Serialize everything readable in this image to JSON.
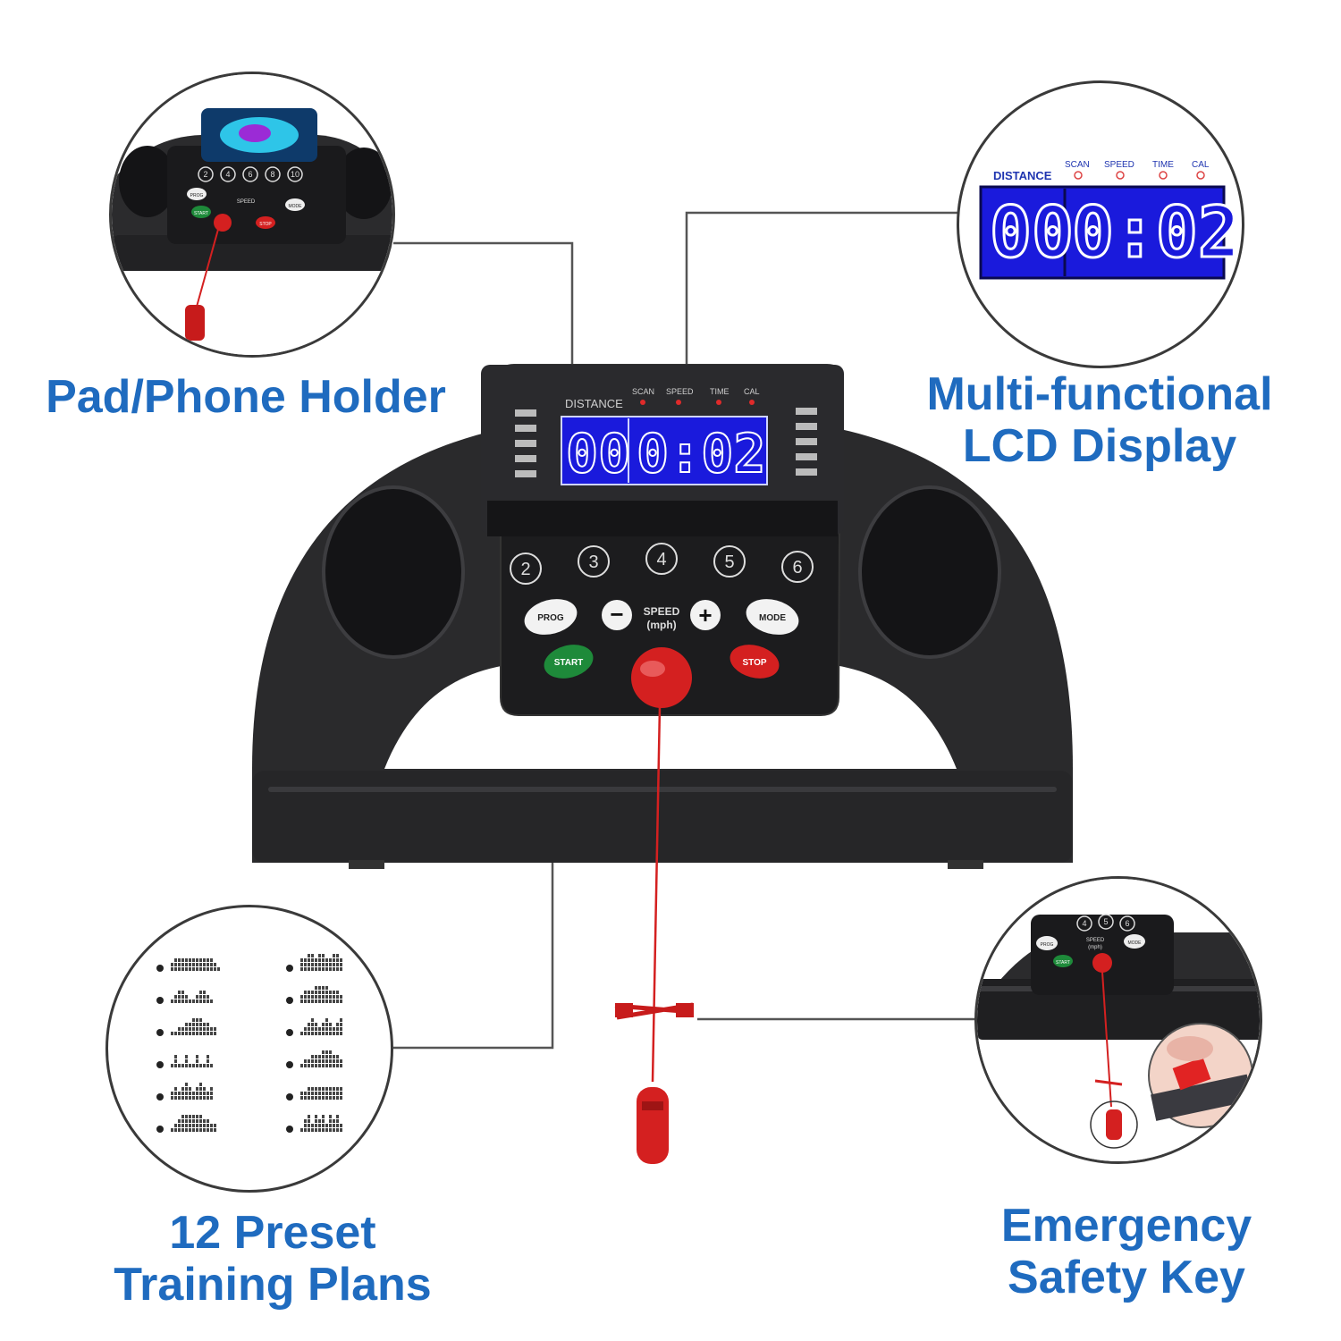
{
  "features": {
    "pad_holder": "Pad/Phone Holder",
    "lcd_line1": "Multi-functional",
    "lcd_line2": "LCD Display",
    "plans_line1": "12 Preset",
    "plans_line2": "Training Plans",
    "key_line1": "Emergency",
    "key_line2": "Safety Key"
  },
  "console": {
    "distance_label": "DISTANCE",
    "indicators": [
      "SCAN",
      "SPEED",
      "TIME",
      "CAL"
    ],
    "lcd_left": "00",
    "lcd_right": "0:02",
    "speed_keys": [
      "2",
      "3",
      "4",
      "5",
      "6"
    ],
    "prog_label": "PROG",
    "mode_label": "MODE",
    "start_label": "START",
    "stop_label": "STOP",
    "speed_label": "SPEED",
    "speed_unit": "(mph)",
    "minus": "−",
    "plus": "+"
  },
  "zoom_console": {
    "keys": [
      "2",
      "4",
      "6",
      "8",
      "10"
    ],
    "prog_label": "PROG",
    "mode_label": "MODE",
    "start_label": "START",
    "stop_label": "STOP",
    "speed_label": "SPEED"
  },
  "zoom_key_console": {
    "keys": [
      "4",
      "5",
      "6"
    ],
    "prog_label": "PROG",
    "mode_label": "MODE",
    "start_label": "START",
    "speed_label": "SPEED",
    "speed_unit": "(mph)"
  },
  "colors": {
    "title_blue": "#1f6bbf",
    "lcd_blue": "#1a1adc",
    "safety_red": "#d42020",
    "start_green": "#1e8a3a"
  }
}
